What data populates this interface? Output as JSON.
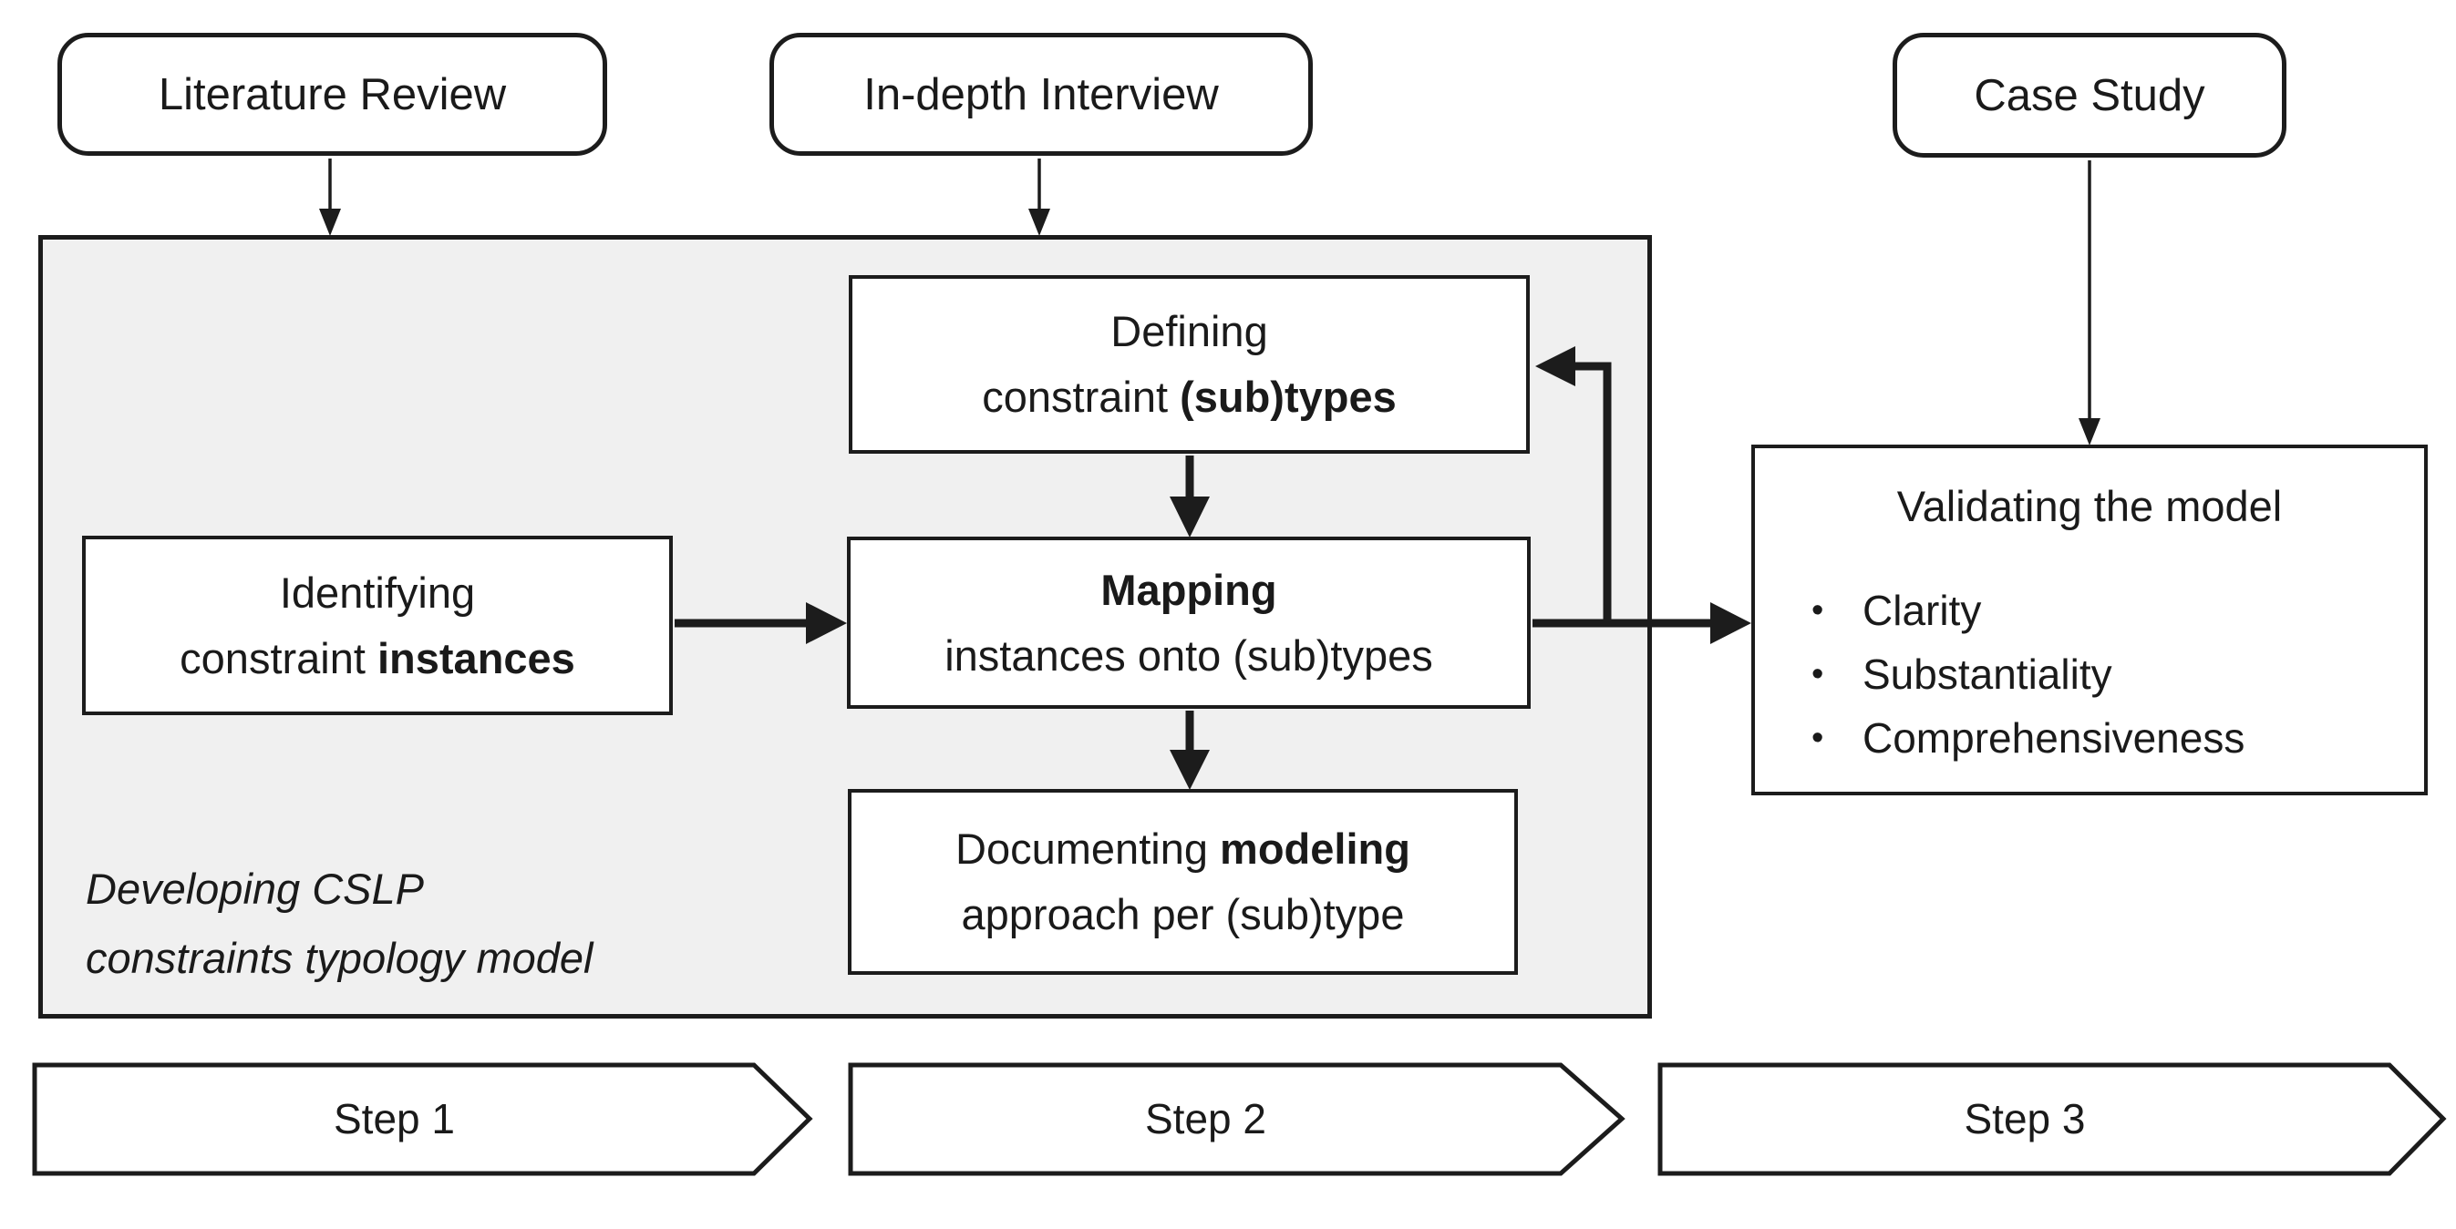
{
  "colors": {
    "line": "#1c1c1c",
    "panel_bg": "#f0f0f0",
    "box_bg": "#ffffff",
    "text": "#1a1a1a"
  },
  "sources": {
    "literature": "Literature Review",
    "interview": "In-depth Interview",
    "case_study": "Case Study"
  },
  "process": {
    "identifying": {
      "line1": "Identifying",
      "line2_regular": "constraint ",
      "line2_bold": "instances"
    },
    "defining": {
      "line1": "Defining",
      "line2_regular": "constraint ",
      "line2_bold": "(sub)types"
    },
    "mapping": {
      "line1_bold": "Mapping",
      "line2": "instances onto (sub)types"
    },
    "documenting": {
      "line1_regular": "Documenting ",
      "line1_bold": "modeling",
      "line2": "approach per (sub)type"
    },
    "caption": {
      "line1": "Developing CSLP",
      "line2": "constraints typology model"
    }
  },
  "validating": {
    "title": "Validating the model",
    "bullet_char": "•",
    "bullets": [
      "Clarity",
      "Substantiality",
      "Comprehensiveness"
    ]
  },
  "steps": {
    "step1": "Step 1",
    "step2": "Step 2",
    "step3": "Step 3"
  }
}
